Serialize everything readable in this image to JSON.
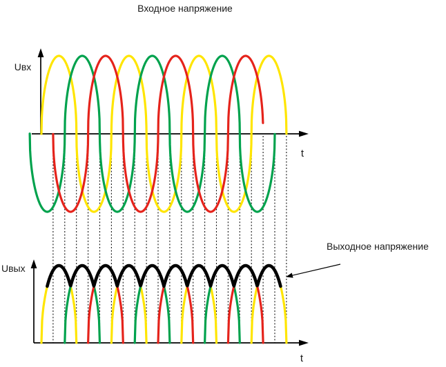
{
  "title": "Входное напряжение",
  "input_section": {
    "y_axis_label": "Uвх",
    "x_axis_label": "t"
  },
  "output_section": {
    "y_axis_label": "Uвых",
    "x_axis_label": "t",
    "annotation_label": "Выходное напряжение"
  },
  "colors": {
    "phase_a": "#ffe500",
    "phase_b": "#00a24d",
    "phase_c": "#e5231b",
    "envelope": "#000000",
    "axis": "#000000",
    "grid_dotted": "#111111",
    "background": "#ffffff"
  },
  "chart_data": {
    "type": "line",
    "title": "Входное напряжение",
    "xlabel": "t",
    "ylabel_upper": "Uвх",
    "ylabel_lower": "Uвых",
    "annotation": "Выходное напряжение",
    "description": "Three-phase sinusoidal input voltages (equal amplitude, 120 degrees apart) and the rectified output voltage: positive half-wave pulses of each phase with the resulting output envelope drawn in black.",
    "amplitude": 1,
    "period": 1,
    "periods_shown": 3.5,
    "series": [
      {
        "name": "phase-a",
        "color": "#ffe500",
        "phase_deg": 0,
        "draw_start_periods": 0,
        "draw_length_periods": 3.5
      },
      {
        "name": "phase-b",
        "color": "#00a24d",
        "phase_deg": -120,
        "draw_start_periods": -0.166667,
        "draw_length_periods": 3.5
      },
      {
        "name": "phase-c",
        "color": "#e5231b",
        "phase_deg": -240,
        "draw_start_periods": 0.166667,
        "draw_length_periods": 3.0
      }
    ],
    "output": {
      "type": "envelope",
      "value": "max(phase_a+, phase_b+, phase_c+)",
      "color": "#000000",
      "pulse_count": 10
    },
    "grid": {
      "vertical_dotted_lines": 21,
      "first_line_periods": 0.166667,
      "spacing_periods": 0.166667
    }
  }
}
